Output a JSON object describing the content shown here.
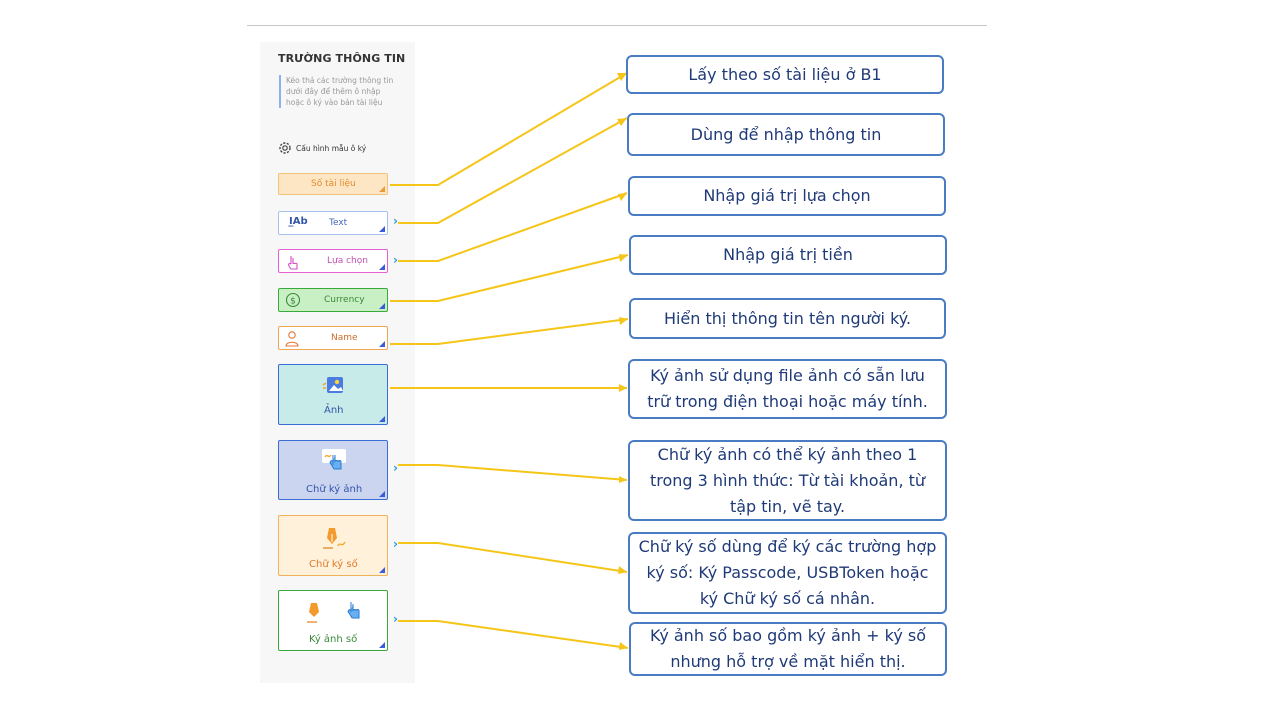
{
  "panel": {
    "title": "TRƯỜNG THÔNG TIN",
    "description": "Kéo thả các trường thông tin dưới đây để thêm ô nhập hoặc ô ký vào bản tài liệu",
    "config_label": "Cấu hình mẫu ô ký"
  },
  "fields": [
    {
      "label": "Số tài liệu",
      "icon": "none"
    },
    {
      "label": "Text",
      "icon": "text-ab-icon"
    },
    {
      "label": "Lựa chọn",
      "icon": "pointer-hand-icon"
    },
    {
      "label": "Currency",
      "icon": "dollar-icon"
    },
    {
      "label": "Name",
      "icon": "person-icon"
    },
    {
      "label": "Ảnh",
      "icon": "image-icon"
    },
    {
      "label": "Chữ ký ảnh",
      "icon": "hand-sign-icon"
    },
    {
      "label": "Chữ ký số",
      "icon": "pen-sign-icon"
    },
    {
      "label": "Ký ảnh số",
      "icon": "pen-hand-icon"
    }
  ],
  "descriptions": [
    "Lấy theo số tài liệu ở B1",
    "Dùng để nhập thông tin",
    "Nhập giá trị lựa chọn",
    "Nhập giá trị tiền",
    "Hiển thị thông tin tên người ký.",
    "Ký ảnh sử dụng file ảnh có sẵn lưu trữ trong điện thoại hoặc máy tính.",
    "Chữ ký ảnh có thể ký ảnh theo 1 trong 3 hình thức: Từ tài khoản, từ tập tin, vẽ tay.",
    "Chữ ký số dùng để ký các trường hợp ký số: Ký Passcode, USBToken hoặc ký Chữ ký số cá nhân.",
    "Ký ảnh số bao gồm ký ảnh + ký số nhưng hỗ trợ về mặt hiển thị."
  ],
  "colors": {
    "connector": "#f5c518",
    "box_border": "#4a7cc4",
    "box_text": "#1f3a78",
    "chevron": "#2a9ad6"
  }
}
